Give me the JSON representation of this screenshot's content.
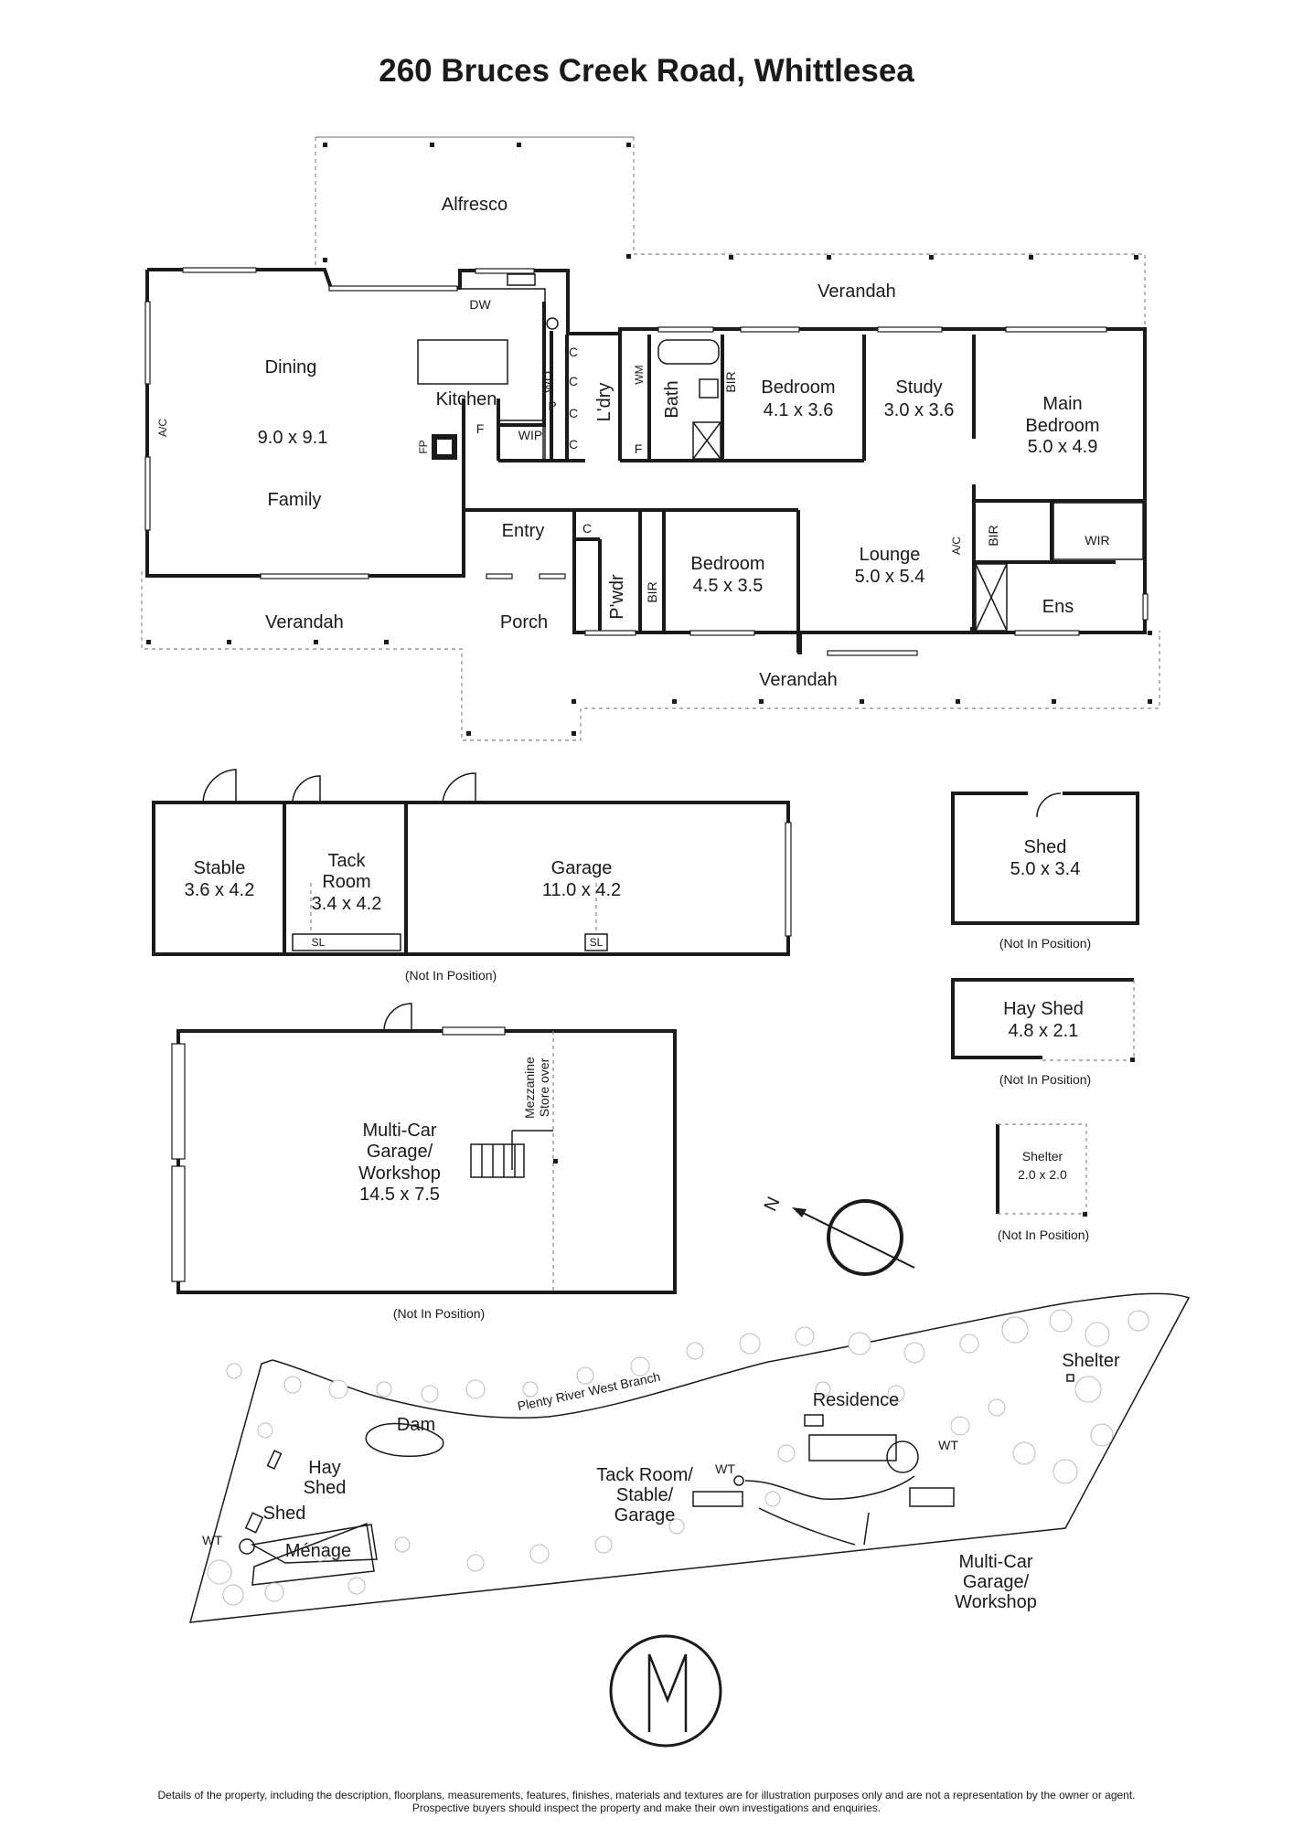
{
  "title": "260 Bruces Creek Road, Whittlesea",
  "rooms": {
    "alfresco": "Alfresco",
    "verandah_top": "Verandah",
    "dining": "Dining",
    "dining_size": "9.0 x 9.1",
    "family": "Family",
    "kitchen": "Kitchen",
    "dw": "DW",
    "wo": "WO",
    "p": "P",
    "c": "C",
    "wip": "WIP",
    "fp": "FP",
    "f": "F",
    "ac": "A/C",
    "ldry": "L'dry",
    "wm": "WM",
    "bath": "Bath",
    "bir": "BIR",
    "bedroom": "Bedroom",
    "bed2_size": "4.1 x 3.6",
    "study": "Study",
    "study_size": "3.0 x 3.6",
    "main_bedroom_1": "Main",
    "main_bedroom_2": "Bedroom",
    "main_bedroom_size": "5.0 x 4.9",
    "entry": "Entry",
    "pwdr": "P'wdr",
    "bed3_size": "4.5 x 3.5",
    "lounge": "Lounge",
    "lounge_size": "5.0 x 5.4",
    "wir": "WIR",
    "ens": "Ens",
    "verandah": "Verandah",
    "porch": "Porch"
  },
  "outbuildings": {
    "stable": "Stable",
    "stable_size": "3.6 x 4.2",
    "tack_1": "Tack",
    "tack_2": "Room",
    "tack_size": "3.4 x 4.2",
    "garage": "Garage",
    "garage_size": "11.0 x 4.2",
    "sl": "SL",
    "shed": "Shed",
    "shed_size": "5.0 x 3.4",
    "hay_shed": "Hay Shed",
    "hay_shed_size": "4.8 x 2.1",
    "shelter": "Shelter",
    "shelter_size": "2.0 x 2.0",
    "multicar_1": "Multi-Car",
    "multicar_2": "Garage/",
    "multicar_3": "Workshop",
    "multicar_size": "14.5 x 7.5",
    "mezz_1": "Mezzanine",
    "mezz_2": "Store over",
    "not_in_position": "(Not In Position)"
  },
  "compass": "N",
  "site": {
    "river": "Plenty River  West Branch",
    "dam": "Dam",
    "hay_1": "Hay",
    "hay_2": "Shed",
    "shed": "Shed",
    "wt": "WT",
    "menage": "Ménage",
    "residence": "Residence",
    "tack_1": "Tack Room/",
    "tack_2": "Stable/",
    "tack_3": "Garage",
    "multi_1": "Multi-Car",
    "multi_2": "Garage/",
    "multi_3": "Workshop",
    "shelter": "Shelter"
  },
  "disclaimer_1": "Details of the property, including the description, floorplans, measurements, features, finishes, materials and textures are for illustration purposes only and are not a representation by the owner or agent.",
  "disclaimer_2": "Prospective buyers should inspect the property and make their own investigations and enquiries."
}
